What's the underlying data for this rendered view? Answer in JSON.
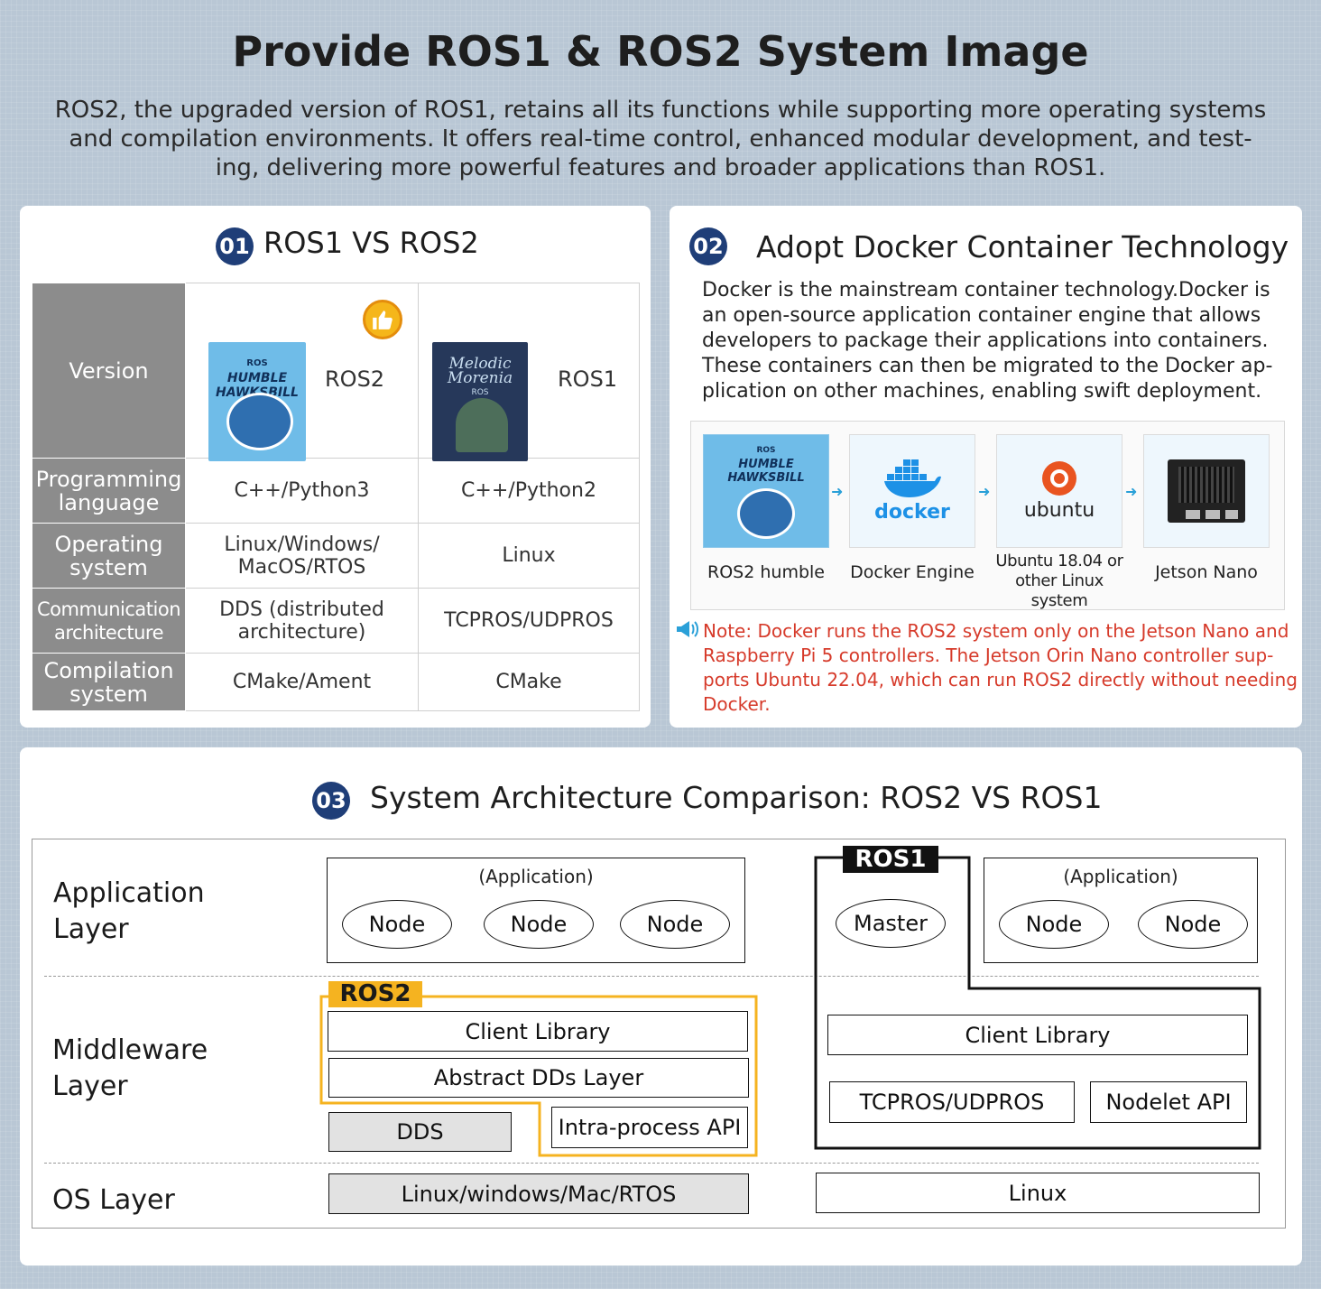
{
  "header": {
    "title": "Provide ROS1 & ROS2 System Image",
    "intro_lines": [
      "ROS2, the upgraded version of ROS1, retains all its functions while supporting more operating systems",
      "and compilation environments. It offers real-time control, enhanced modular development, and test-",
      "ing, delivering more powerful features and broader applications than ROS1."
    ]
  },
  "section1": {
    "badge": "01",
    "title": "ROS1 VS ROS2",
    "table": {
      "version_header": "Version",
      "ros2_name": "ROS2",
      "ros1_name": "ROS1",
      "ros2_cover": {
        "brand": "ROS",
        "line1": "HUMBLE",
        "line2": "HAWKSBILL"
      },
      "ros1_cover": {
        "line1": "Melodic",
        "line2": "Morenia",
        "brand": "ROS"
      },
      "rows": [
        {
          "header_lines": [
            "Programming",
            "language"
          ],
          "ros2": [
            "C++/Python3"
          ],
          "ros1": [
            "C++/Python2"
          ]
        },
        {
          "header_lines": [
            "Operating",
            "system"
          ],
          "ros2": [
            "Linux/Windows/",
            "MacOS/RTOS"
          ],
          "ros1": [
            "Linux"
          ]
        },
        {
          "header_lines": [
            "Communication",
            "architecture"
          ],
          "ros2": [
            "DDS (distributed",
            "architecture)"
          ],
          "ros1": [
            "TCPROS/UDPROS"
          ]
        },
        {
          "header_lines": [
            "Compilation",
            "system"
          ],
          "ros2": [
            "CMake/Ament"
          ],
          "ros1": [
            "CMake"
          ]
        }
      ]
    }
  },
  "section2": {
    "badge": "02",
    "title": "Adopt Docker Container Technology",
    "desc_lines": [
      "Docker is the mainstream container technology.Docker is",
      "an open-source application container engine that allows",
      "developers to package their applications into containers.",
      "These containers can then be migrated to the Docker ap-",
      "plication on other machines, enabling swift deployment."
    ],
    "flow": [
      {
        "logo_lines": [
          "ROS",
          "HUMBLE",
          "HAWKSBILL"
        ],
        "label_lines": [
          "ROS2 humble"
        ]
      },
      {
        "logo_text": "docker",
        "label_lines": [
          "Docker Engine"
        ]
      },
      {
        "logo_text": "ubuntu",
        "label_lines": [
          "Ubuntu 18.04 or",
          "other Linux system"
        ]
      },
      {
        "logo_text": "",
        "label_lines": [
          "Jetson Nano"
        ]
      }
    ],
    "note_lines": [
      "Note: Docker runs the ROS2 system only on the Jetson Nano and",
      "Raspberry Pi 5 controllers. The Jetson Orin Nano controller sup-",
      "ports Ubuntu 22.04, which can run ROS2 directly without needing",
      "Docker."
    ]
  },
  "section3": {
    "badge": "03",
    "title": "System Architecture Comparison: ROS2 VS ROS1",
    "layers": {
      "application": [
        "Application",
        "Layer"
      ],
      "middleware": [
        "Middleware",
        "Layer"
      ],
      "os": "OS Layer"
    },
    "ros2": {
      "tag": "ROS2",
      "app_caption": "(Application)",
      "nodes": [
        "Node",
        "Node",
        "Node"
      ],
      "client_library": "Client Library",
      "abstract_dds": "Abstract DDs Layer",
      "dds": "DDS",
      "intra_process": "Intra-process API",
      "os": "Linux/windows/Mac/RTOS"
    },
    "ros1": {
      "tag": "ROS1",
      "master": "Master",
      "app_caption": "(Application)",
      "nodes": [
        "Node",
        "Node"
      ],
      "client_library": "Client Library",
      "transport": "TCPROS/UDPROS",
      "nodelet": "Nodelet API",
      "os": "Linux"
    }
  },
  "colors": {
    "badge": "#1f3e78",
    "table_header": "#8c8c8c",
    "ros2_outline": "#f5b320",
    "note": "#d63a2a",
    "arrow": "#2aa0d8"
  }
}
